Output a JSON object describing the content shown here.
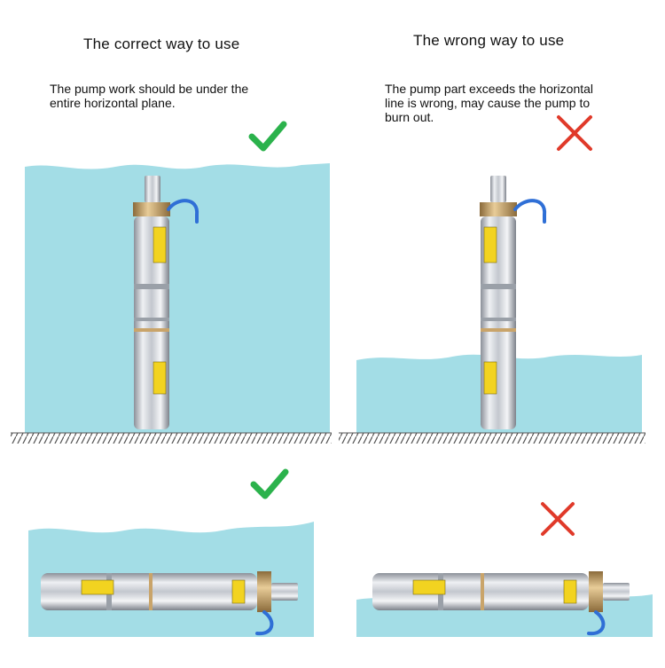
{
  "headings": {
    "correct": "The correct way to use",
    "wrong": "The wrong way to use"
  },
  "notes": {
    "correct": {
      "line1": "The pump work should be under the",
      "line2": "entire horizontal plane."
    },
    "wrong": {
      "line1": "The pump part exceeds the horizontal",
      "line2": "line is wrong, may cause the pump to",
      "line3": "burn out."
    }
  },
  "colors": {
    "water": "#a3dde6",
    "ground_hatch": "#555555",
    "check": "#2bb24c",
    "cross": "#e03a2a",
    "pump_steel": "#c9ccd3",
    "pump_brass": "#c9a46a",
    "cable": "#2f6fd6",
    "label": "#f2d320"
  },
  "marks": {
    "top_left": "check-icon",
    "top_right": "cross-icon",
    "bottom_left": "check-icon",
    "bottom_right": "cross-icon"
  }
}
